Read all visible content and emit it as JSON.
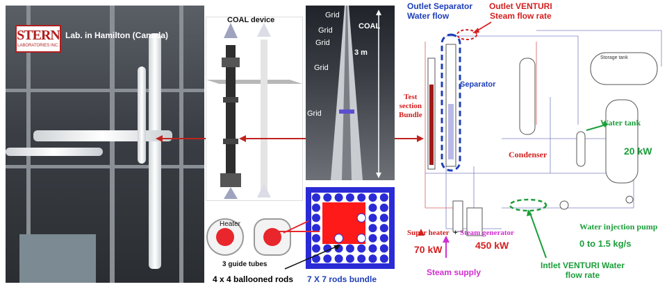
{
  "logo": {
    "name": "STERN",
    "subtitle": "LABORATORIES INC."
  },
  "photo_label": "Lab. in Hamilton (Canada)",
  "device_label": "COAL device",
  "rods_photo": {
    "grid_labels": [
      "Grid",
      "Grid",
      "Grid",
      "Grid",
      "Grid"
    ],
    "coal_label": "COAL",
    "length_label": "3 m"
  },
  "inset": {
    "heater_label": "Heater",
    "guide_tubes_label": "3 guide tubes",
    "ballooned_label": "4 x 4  ballooned rods",
    "bundle_label": "7  X 7 rods bundle"
  },
  "schematic": {
    "outlet_separator": "Outlet Separator\nWater flow",
    "outlet_venturi": "Outlet VENTURI\nSteam flow rate",
    "separator": "Separator",
    "test_section": "Test\nsection\nBundle",
    "condenser": "Condenser",
    "water_tank": "Water tank",
    "power_20": "20 kW",
    "super_heater": "Super heater",
    "plus": "+",
    "steam_generator": "Steam generator",
    "power_70": "70 kW",
    "power_450": "450 kW",
    "steam_supply": "Steam supply",
    "water_pump": "Water injection pump",
    "flow_range": "0 to 1.5 kg/s",
    "inlet_venturi": "Intlet VENTURI Water\nflow rate",
    "storage_tank": "Storage tank"
  },
  "colors": {
    "red": "#d42020",
    "blue": "#1e3fb8",
    "green": "#1b9e3a",
    "magenta": "#d02fd0",
    "bundle_blue": "#2b2bd6"
  }
}
